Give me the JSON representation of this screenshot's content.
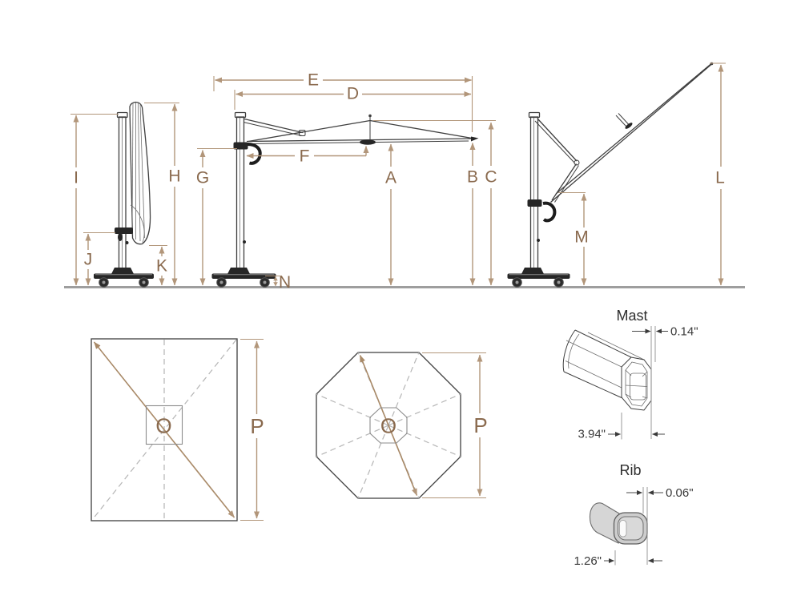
{
  "diagram": {
    "subject_views": {
      "folded_side_view": {
        "dimension_labels": [
          "I",
          "J",
          "H",
          "K"
        ]
      },
      "open_side_view": {
        "dimension_labels": [
          "E",
          "D",
          "F",
          "G",
          "A",
          "B",
          "C",
          "N"
        ]
      },
      "tilted_side_view": {
        "dimension_labels": [
          "M",
          "L"
        ]
      },
      "rectangular_canopy_top_view": {
        "dimension_labels": [
          "O",
          "P"
        ]
      },
      "octagonal_canopy_top_view": {
        "dimension_labels": [
          "O",
          "P"
        ]
      }
    }
  },
  "labels": {
    "A": "A",
    "B": "B",
    "C": "C",
    "D": "D",
    "E": "E",
    "F": "F",
    "G": "G",
    "H": "H",
    "I": "I",
    "J": "J",
    "K": "K",
    "L": "L",
    "M": "M",
    "N": "N",
    "O": "O",
    "P": "P"
  },
  "mast": {
    "title": "Mast",
    "thickness": "0.14\"",
    "width": "3.94\""
  },
  "rib": {
    "title": "Rib",
    "thickness": "0.06\"",
    "width": "1.26\""
  },
  "colors": {
    "dimension_line": "#b2967a",
    "dimension_label": "#8a6a4e",
    "object_line": "#3f3f3f",
    "ground_line": "#9e9e9e",
    "rib_fill": "#d6d6d6"
  }
}
